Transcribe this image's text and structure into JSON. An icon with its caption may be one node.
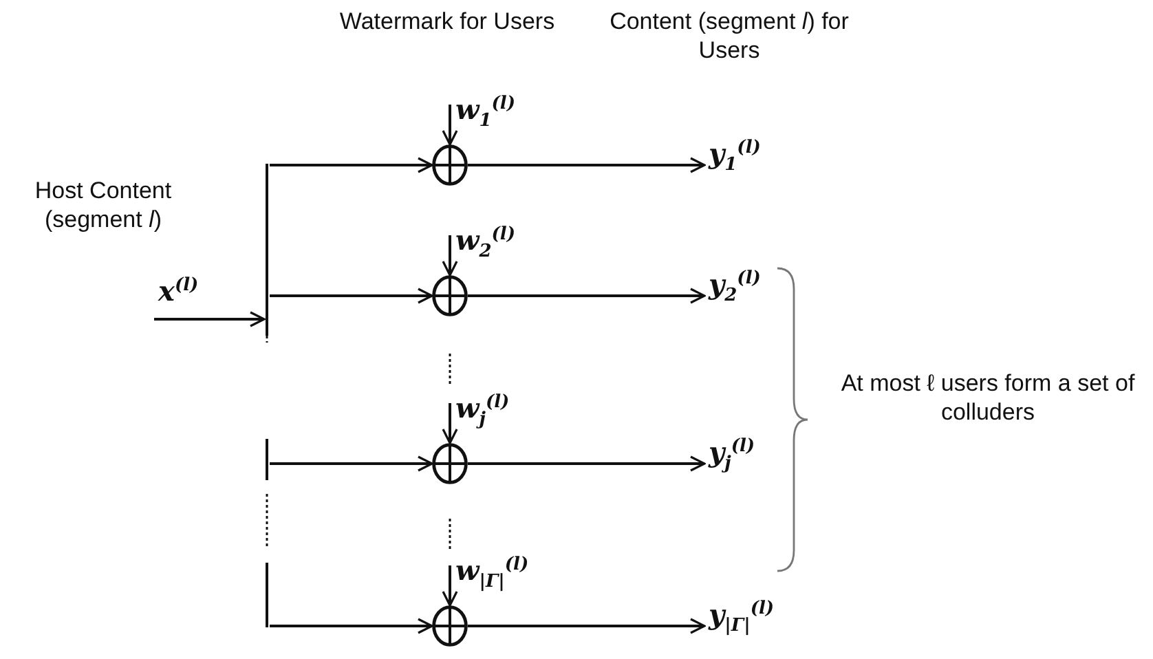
{
  "diagram": {
    "nodes": [
      {
        "text": [],
        "shape": "bar"
      },
      {
        "text": [
          "w$_{1}$$^{(l)}$"
        ]
      },
      {
        "text": [],
        "shape": "circle"
      },
      {
        "text": [
          "y$_{1}$$^{(l)}$"
        ]
      },
      {
        "text": [
          "w$_{2}$$^{(l)}$"
        ]
      },
      {
        "text": [],
        "shape": "circle"
      },
      {
        "text": [
          "y$_{2}$$^{(l)}$"
        ]
      },
      {
        "text": [
          "w$_{j}$$^{(l)}$"
        ]
      },
      {
        "text": [],
        "shape": "circle"
      },
      {
        "text": [
          "y$_{j}$$^{(l)}$"
        ]
      },
      {
        "text": [
          "w$_{|Γ|}$$^{(l)}$"
        ]
      },
      {
        "text": [],
        "shape": "circle"
      },
      {
        "text": [
          "y$_{|Γ|}$$^{(l)}$"
        ]
      }
    ],
    "edges": [
      {
        "from": null,
        "to": 0,
        "arrow": "to",
        "label": "x$^{(l)}$"
      },
      {
        "from": 0,
        "to": 2,
        "arrow": "to"
      },
      {
        "from": 1,
        "to": 2,
        "arrow": "to"
      },
      {
        "from": 2,
        "to": 3,
        "arrow": "to"
      },
      {
        "from": 0,
        "to": 5,
        "arrow": "to"
      },
      {
        "from": 4,
        "to": 5,
        "arrow": "to"
      },
      {
        "from": 5,
        "to": 6,
        "arrow": "to"
      },
      {
        "from": 0,
        "to": 8,
        "arrow": "to"
      },
      {
        "from": 7,
        "to": 8,
        "arrow": "to"
      },
      {
        "from": 8,
        "to": 9,
        "arrow": "to"
      },
      {
        "from": 0,
        "to": 11,
        "arrow": "to"
      },
      {
        "from": 10,
        "to": 11,
        "arrow": "to"
      },
      {
        "from": 11,
        "to": 12,
        "arrow": "to"
      }
    ],
    "labels": [
      "Watermark for Users",
      "Content (segment *l*) for Users",
      "Host Content (segment *l*)",
      "At most ℓ users form a set of colluders"
    ]
  }
}
